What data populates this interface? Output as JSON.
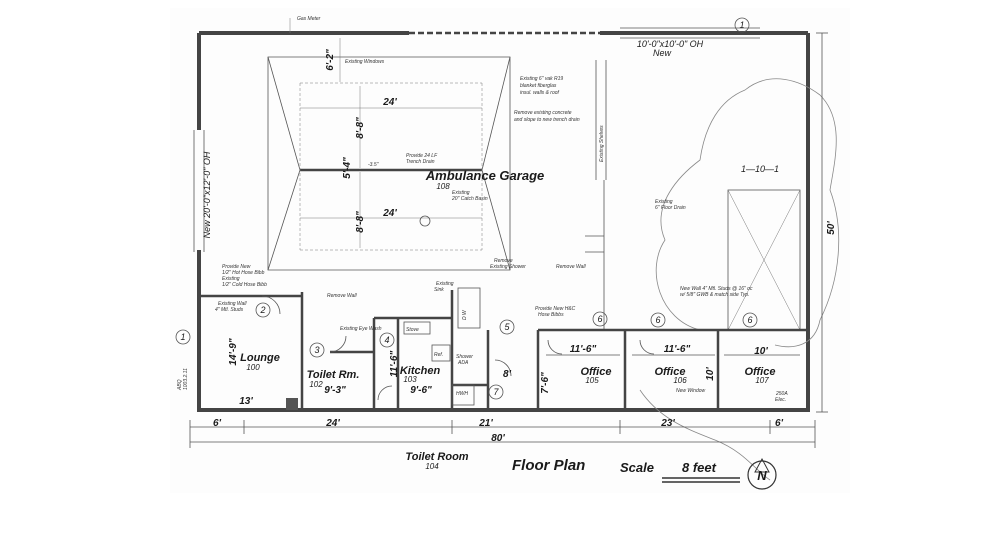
{
  "title": "Floor Plan",
  "scale_label": "Scale",
  "scale_value": "8 feet",
  "north_label": "N",
  "rooms": {
    "garage": {
      "name": "Ambulance Garage",
      "number": "108"
    },
    "lounge": {
      "name": "Lounge",
      "number": "100"
    },
    "toilet_rm": {
      "name": "Toilet Rm.",
      "number": "102"
    },
    "kitchen": {
      "name": "Kitchen",
      "number": "103"
    },
    "toilet_room": {
      "name": "Toilet Room",
      "number": "104"
    },
    "office105": {
      "name": "Office",
      "number": "105"
    },
    "office106": {
      "name": "Office",
      "number": "106"
    },
    "office107": {
      "name": "Office",
      "number": "107"
    }
  },
  "dims": {
    "top_slab_6_2": "6'-2\"",
    "slab_24_top": "24'",
    "slab_8_8_top": "8'-8\"",
    "slab_5_4": "5'-4\"",
    "slab_24_bottom": "24'",
    "slab_8_8_bottom": "8'-8\"",
    "lounge_14_9": "14'-9\"",
    "lounge_13": "13'",
    "toilet_9_3": "9'-3\"",
    "kitchen_11_6": "11'-6\"",
    "kitchen_9_6": "9'-6\"",
    "toilet104_8": "8'",
    "toilet104_7_6": "7'-6\"",
    "office105_11_6": "11'-6\"",
    "office106_11_6": "11'-6\"",
    "office106_10": "10'",
    "office107_10": "10'",
    "bottom_6_left": "6'",
    "bottom_24": "24'",
    "bottom_21": "21'",
    "bottom_23": "23'",
    "bottom_6_right": "6'",
    "overall_80": "80'",
    "right_50": "50'",
    "hand_10": "10'",
    "left_door": "New 20'-0\"x12'-0\" OH",
    "top_door_1": "10'-0\"x10'-0\" OH",
    "top_door_2": "New"
  },
  "callouts": [
    "1",
    "1",
    "2",
    "3",
    "4",
    "5",
    "6",
    "6",
    "6",
    "7"
  ],
  "notes": {
    "gas_meter": "Gas Meter",
    "existing_windows": "Existing Windows",
    "vinyl_blanket_1": "Existing 6\" vak R19",
    "vinyl_blanket_2": "blanket fiberglas",
    "vinyl_blanket_3": "insul. walls & roof",
    "remove_concrete_1": "Remove existing concrete",
    "remove_concrete_2": "and slope to new trench drain",
    "trench_drain_1": "Provide 24 LF",
    "trench_drain_2": "Trench Drain",
    "slope": "-3.5\"",
    "catch_basin_1": "Existing",
    "catch_basin_2": "20\" Catch Basin",
    "existing_shelves": "Existing Shelves",
    "floor_drain_1": "Existing",
    "floor_drain_2": "6\" Floor Drain",
    "remove_shower_1": "Remove",
    "remove_shower_2": "Existing Shower",
    "remove_wall_1": "Remove Wall",
    "remove_wall_2": "Remove Wall",
    "hose_bibb_1": "Provide New",
    "hose_bibb_2": "1/2\" Hot Hose Bibb",
    "hose_bibb_3": "Existing",
    "hose_bibb_4": "1/2\" Cold Hose Bibb",
    "existing_wall_1": "Existing Wall",
    "existing_wall_2": "4\" Mtl. Studs",
    "existing_sink_1": "Existing",
    "existing_sink_2": "Sink",
    "eye_wash": "Existing Eye Wash",
    "new_hose_1": "Provide New H&C",
    "new_hose_2": "Hose Bibbs",
    "new_wall_1": "New Wall 4\" Mtl. Studs @ 16\" oc",
    "new_wall_2": "w/ 5/8\" GWB & match side Typ.",
    "new_window": "New Window",
    "elec_1": "250A",
    "elec_2": "Elec.",
    "kitchen_stove": "Stove",
    "kitchen_ref": "Ref.",
    "kitchen_dw": "D W",
    "kitchen_shower_1": "Shower",
    "kitchen_shower_2": "ADA",
    "kitchen_hwh": "HWH",
    "side_note_1": "ABQ",
    "side_note_2": "1003.2.11",
    "hand_1_10": "1—10—1"
  }
}
